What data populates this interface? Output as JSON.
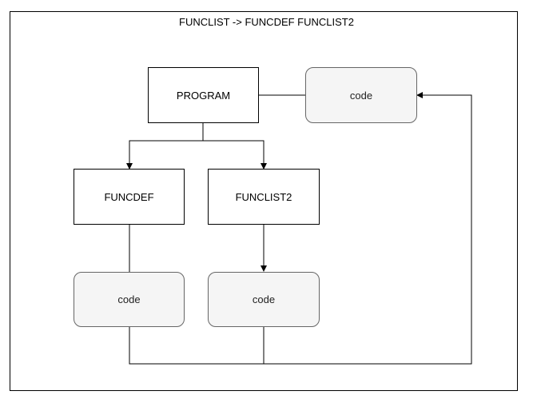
{
  "title": "FUNCLIST -> FUNCDEF  FUNCLIST2",
  "nodes": {
    "program": "PROGRAM",
    "funcdef": "FUNCDEF",
    "funclist2": "FUNCLIST2",
    "code_top": "code",
    "code_left": "code",
    "code_mid": "code"
  }
}
